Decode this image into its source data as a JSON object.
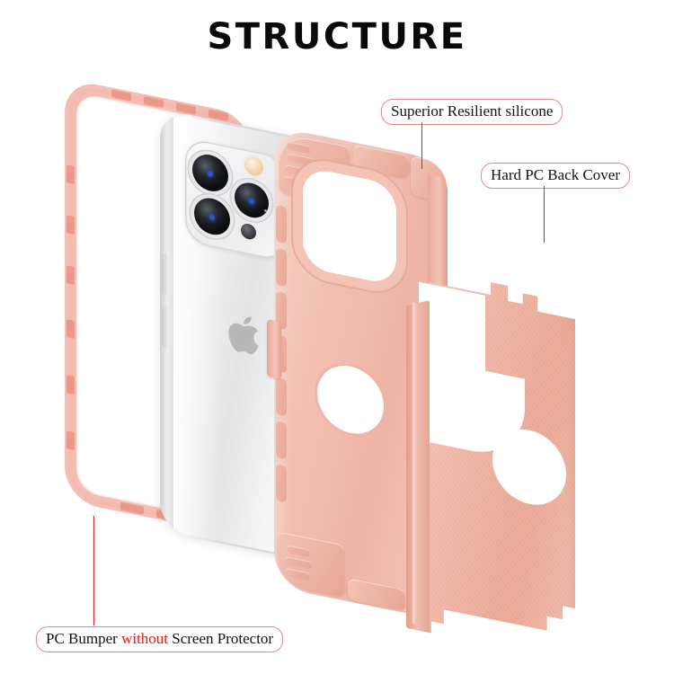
{
  "page": {
    "title": "STRUCTURE",
    "background_color": "#ffffff",
    "type": "exploded-view product structure infographic"
  },
  "theme": {
    "title_color": "#0a0a0a",
    "callout_border_color": "#e08a8a",
    "callout_text_color": "#111111",
    "highlight_color": "#e01b1b",
    "leader_line_color": "#d8232a",
    "silicone_color": "#f2bfb2",
    "pc_back_cover_color": "#eeae9e",
    "bumper_color": "#ec9687",
    "phone_color": "#f2f3f4"
  },
  "callouts": [
    {
      "id": "superior-resilient-silicone",
      "text": "Superior Resilient silicone",
      "points_to": "silicone-case"
    },
    {
      "id": "hard-pc-back-cover",
      "text": "Hard PC Back Cover",
      "points_to": "pc-back-cover"
    },
    {
      "id": "pc-bumper",
      "text_before": "PC Bumper ",
      "text_highlight": "without",
      "text_after": " Screen Protector",
      "points_to": "pc-bumper-frame"
    }
  ],
  "components": [
    {
      "id": "pc-bumper-frame",
      "name": "PC Bumper (no screen protector)",
      "material": "translucent polycarbonate",
      "color": "#ec9687"
    },
    {
      "id": "phone",
      "name": "Smartphone",
      "finish": "white / silver",
      "cameras": 3,
      "has_flash": true,
      "has_lidar": true
    },
    {
      "id": "silicone-case",
      "name": "Superior Resilient silicone shell",
      "material": "silicone",
      "color": "#f2bfb2"
    },
    {
      "id": "pc-back-cover",
      "name": "Hard PC Back Cover",
      "material": "polycarbonate",
      "color": "#eeae9e"
    }
  ]
}
